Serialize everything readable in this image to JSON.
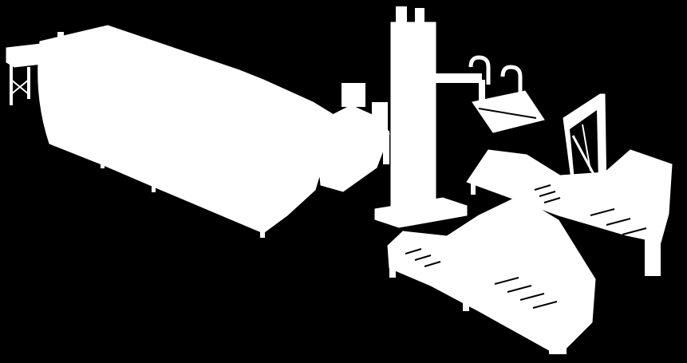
{
  "canvas": {
    "background": "#000000",
    "foreground": "#ffffff"
  },
  "machines": [
    {
      "id": "infeed-conveyor"
    },
    {
      "id": "stretch-hood-tunnel"
    },
    {
      "id": "transfer-unit"
    },
    {
      "id": "robot-column"
    },
    {
      "id": "gripper-head"
    },
    {
      "id": "film-reel-frame"
    },
    {
      "id": "rear-roller-conveyor"
    },
    {
      "id": "front-roller-conveyor"
    }
  ]
}
